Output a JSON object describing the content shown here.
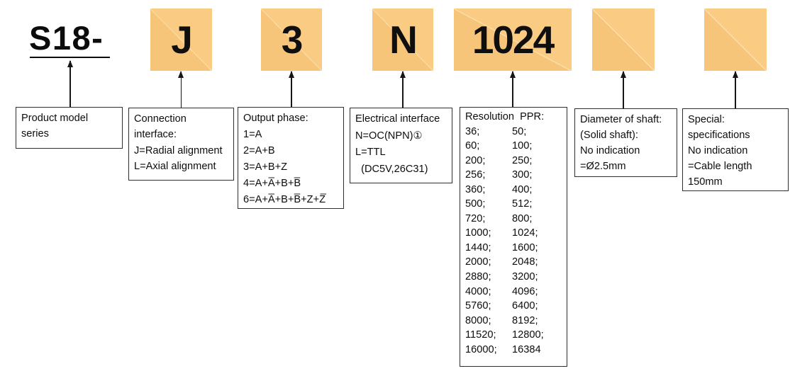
{
  "diagram": {
    "model_code": "S18-",
    "code_boxes": [
      {
        "id": "connection",
        "label": "J"
      },
      {
        "id": "output-phase",
        "label": "3"
      },
      {
        "id": "electrical",
        "label": "N"
      },
      {
        "id": "resolution",
        "label": "1024"
      },
      {
        "id": "shaft-diameter",
        "label": ""
      },
      {
        "id": "special",
        "label": ""
      }
    ],
    "callouts": {
      "product": {
        "lines": [
          "Product model",
          "series"
        ]
      },
      "connection": {
        "lines": [
          "Connection",
          "interface:",
          "J=Radial alignment",
          "L=Axial alignment"
        ]
      },
      "output_phase": {
        "lines": [
          "Output phase:",
          "1=A",
          "2=A+B",
          "3=A+B+Z",
          "4=A+A̅+B+B̅",
          "6=A+A̅+B+B̅+Z+Z̅"
        ]
      },
      "electrical": {
        "lines": [
          "Electrical interface",
          "N=OC(NPN)①",
          "L=TTL",
          "  (DC5V,26C31)"
        ]
      },
      "resolution": {
        "title": "Resolution  PPR:",
        "rows": [
          {
            "c1": "36;",
            "c2": "50;"
          },
          {
            "c1": "60;",
            "c2": "100;"
          },
          {
            "c1": "200;",
            "c2": "250;"
          },
          {
            "c1": "256;",
            "c2": "300;"
          },
          {
            "c1": "360;",
            "c2": "400;"
          },
          {
            "c1": "500;",
            "c2": "512;"
          },
          {
            "c1": "720;",
            "c2": "800;"
          },
          {
            "c1": "1000;",
            "c2": "1024;"
          },
          {
            "c1": "1440;",
            "c2": "1600;"
          },
          {
            "c1": "2000;",
            "c2": "2048;"
          },
          {
            "c1": "2880;",
            "c2": "3200;"
          },
          {
            "c1": "4000;",
            "c2": "4096;"
          },
          {
            "c1": "5760;",
            "c2": "6400;"
          },
          {
            "c1": "8000;",
            "c2": "8192;"
          },
          {
            "c1": "11520;",
            "c2": "12800;"
          },
          {
            "c1": "16000;",
            "c2": "16384"
          }
        ]
      },
      "shaft": {
        "lines": [
          "Diameter of shaft:",
          "(Solid shaft):",
          "No indication",
          "=Ø2.5mm"
        ]
      },
      "special": {
        "lines": [
          "Special:",
          "specifications",
          "No indication",
          "=Cable length",
          "150mm"
        ]
      }
    },
    "colors": {
      "box_fill": "#f6c57a",
      "box_diagonal": "#fbdfab",
      "line": "#161616"
    }
  }
}
